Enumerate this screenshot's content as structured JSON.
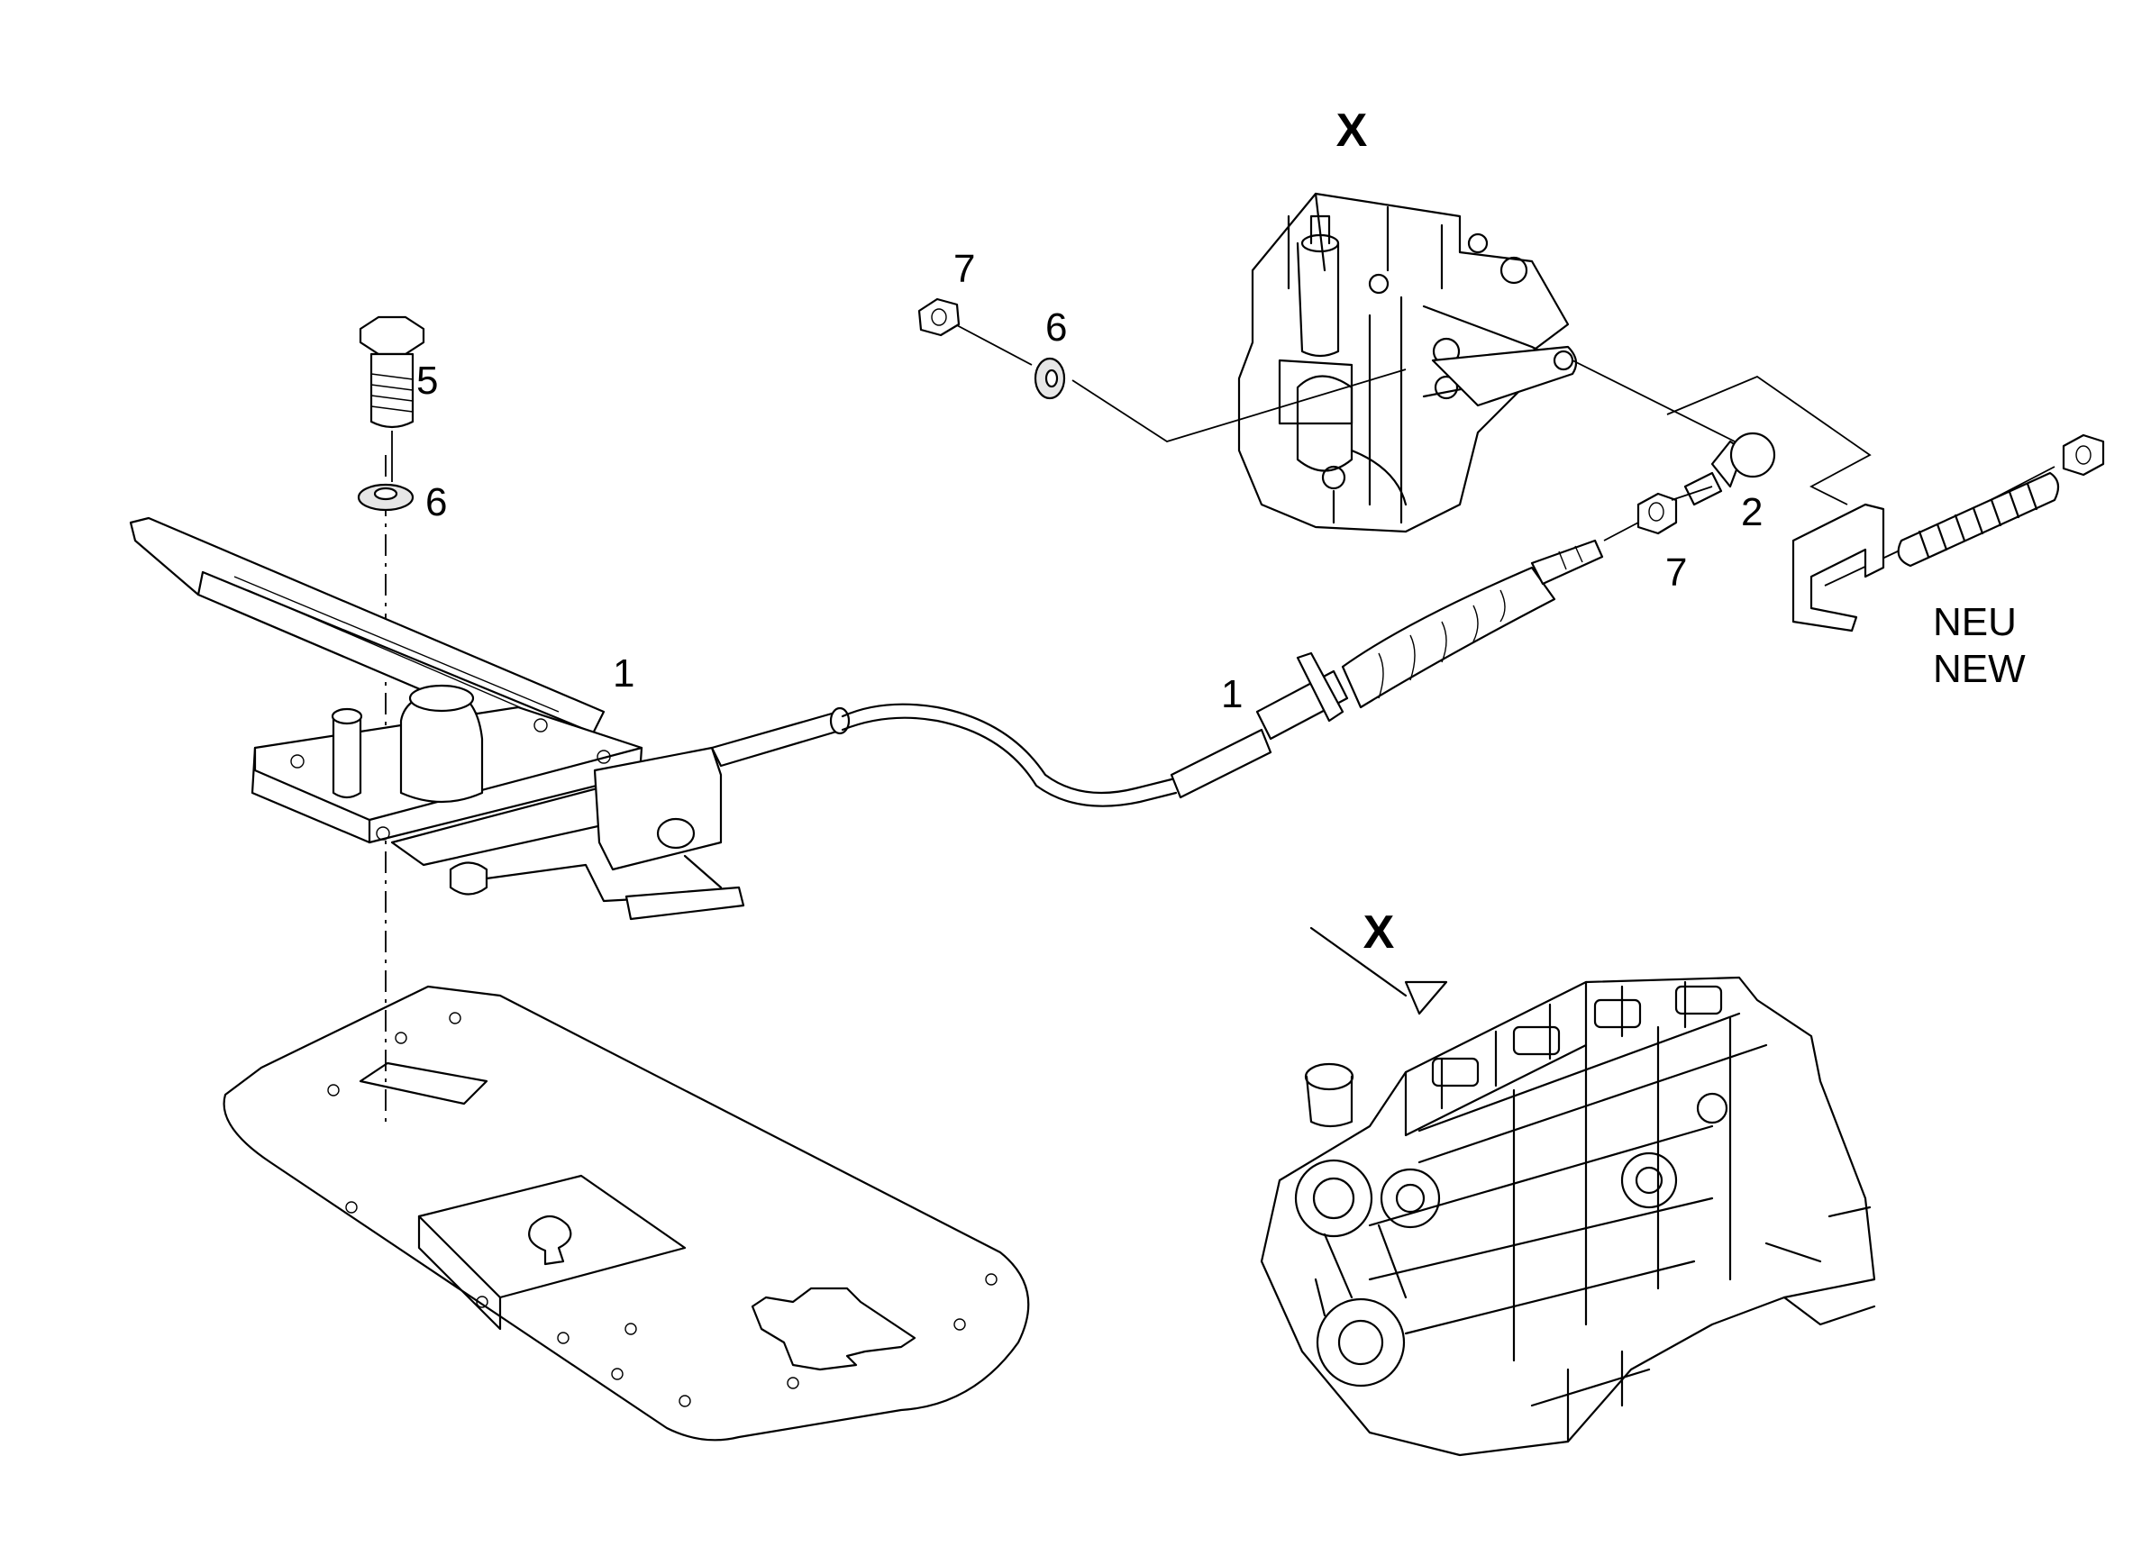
{
  "view_marker": "X",
  "arrow_marker": "X",
  "callouts": {
    "pedal_assembly": "1",
    "cable_end": "1",
    "ball_joint": "2",
    "bolt": "5",
    "washer_left": "6",
    "washer_top": "6",
    "nut_top": "7",
    "nut_right": "7"
  },
  "new_note": {
    "line1": "NEU",
    "line2": "NEW"
  }
}
